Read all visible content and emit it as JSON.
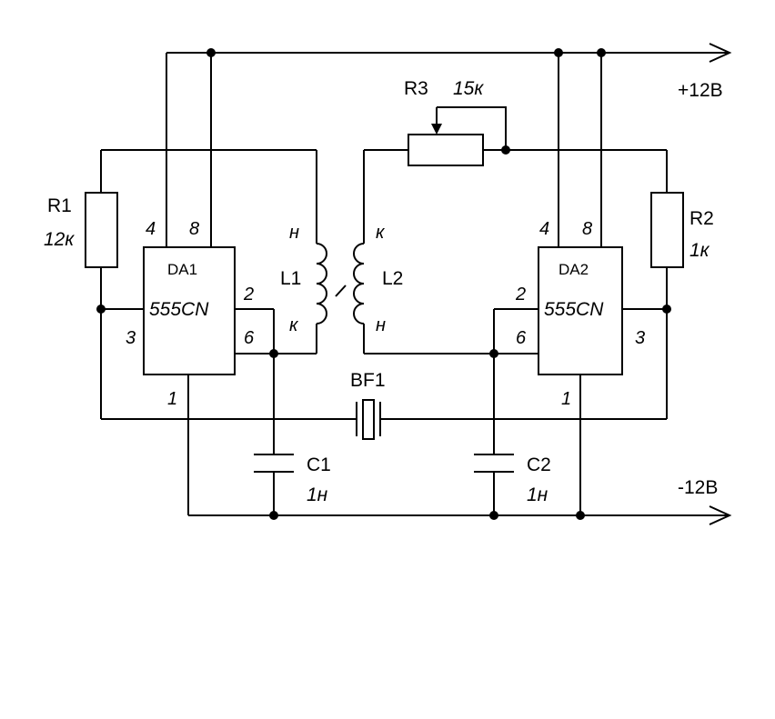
{
  "rails": {
    "positive": "+12В",
    "negative": "-12В"
  },
  "ic1": {
    "ref": "DA1",
    "type": "555CN",
    "pins": {
      "p4": "4",
      "p8": "8",
      "p2": "2",
      "p6": "6",
      "p3": "3",
      "p1": "1"
    }
  },
  "ic2": {
    "ref": "DA2",
    "type": "555CN",
    "pins": {
      "p4": "4",
      "p8": "8",
      "p2": "2",
      "p6": "6",
      "p3": "3",
      "p1": "1"
    }
  },
  "r1": {
    "ref": "R1",
    "value": "12к"
  },
  "r2": {
    "ref": "R2",
    "value": "1к"
  },
  "r3": {
    "ref": "R3",
    "value": "15к"
  },
  "l1": {
    "ref": "L1",
    "start": "н",
    "end": "к"
  },
  "l2": {
    "ref": "L2",
    "start": "к",
    "end": "н"
  },
  "bf1": {
    "ref": "BF1"
  },
  "c1": {
    "ref": "C1",
    "value": "1н"
  },
  "c2": {
    "ref": "C2",
    "value": "1н"
  }
}
